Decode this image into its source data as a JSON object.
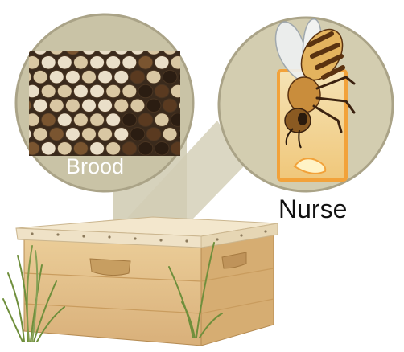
{
  "labels": {
    "brood": "Brood",
    "nurse": "Nurse"
  },
  "colors": {
    "circle_fill": "#c9c3a6",
    "circle_stroke": "#aaa387",
    "connector_fill": "#cfcab0",
    "comb_dark": "#3a2a1c",
    "capped_cell": "#eadfc9",
    "open_cell": "#d9c7a3",
    "hive_body": "#e2bf86",
    "hive_shadow": "#c79e61",
    "hive_lid": "#efe2c7",
    "cell_outline": "#f2a23a",
    "bee_body": "#e4b35e",
    "bee_stripe": "#5a3210",
    "grass": "#6f8f3c"
  },
  "icons": {
    "comb": "honeycomb-brood-photo",
    "bee": "nurse-bee-illustration",
    "hive": "wooden-beehive-box",
    "grass": "grass-tuft"
  }
}
